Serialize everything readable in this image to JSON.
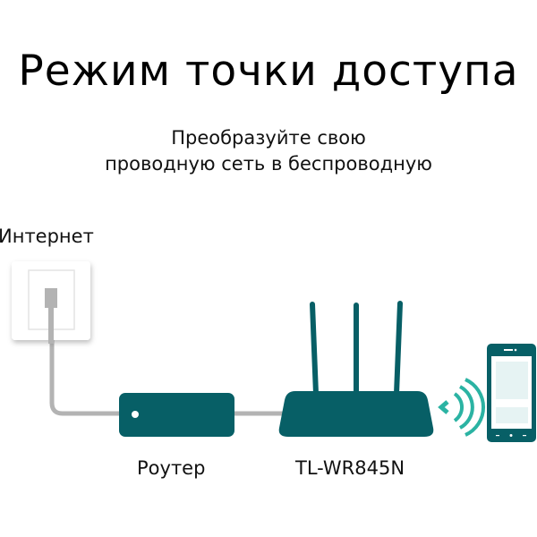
{
  "title": "Режим точки доступа",
  "subtitle": {
    "line1": "Преобразуйте свою",
    "line2": "проводную сеть в беспроводную"
  },
  "labels": {
    "internet": "Интернет",
    "router": "Роутер",
    "access_point": "TL-WR845N"
  },
  "icons": {
    "wall_socket": "ethernet-wall-socket-icon",
    "router": "router-box-icon",
    "access_point": "three-antenna-router-icon",
    "wifi": "wifi-signal-icon",
    "phone": "smartphone-icon"
  },
  "colors": {
    "teal": "#075f66",
    "wifi": "#2bb3a3",
    "cable": "#b3b3b3",
    "screen": "#e6f3f3"
  }
}
